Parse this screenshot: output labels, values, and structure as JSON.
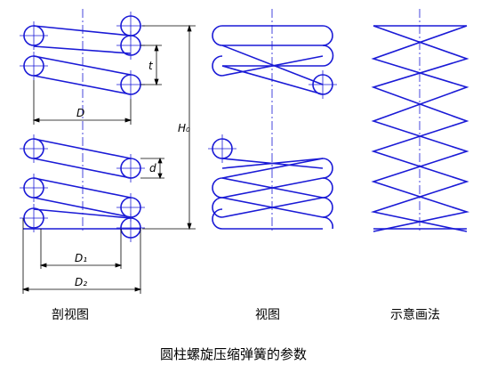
{
  "captions": {
    "section_view": "剖视图",
    "view": "视图",
    "schematic": "示意画法",
    "main_title": "圆柱螺旋压缩弹簧的参数"
  },
  "dimension_labels": {
    "pitch": "t",
    "mean_diameter": "D",
    "free_height": "H₀",
    "wire_diameter": "d",
    "inner_diameter": "D₁",
    "outer_diameter": "D₂"
  },
  "colors": {
    "spring_lines": "#1a1ad6",
    "dimension_lines": "#000000"
  }
}
